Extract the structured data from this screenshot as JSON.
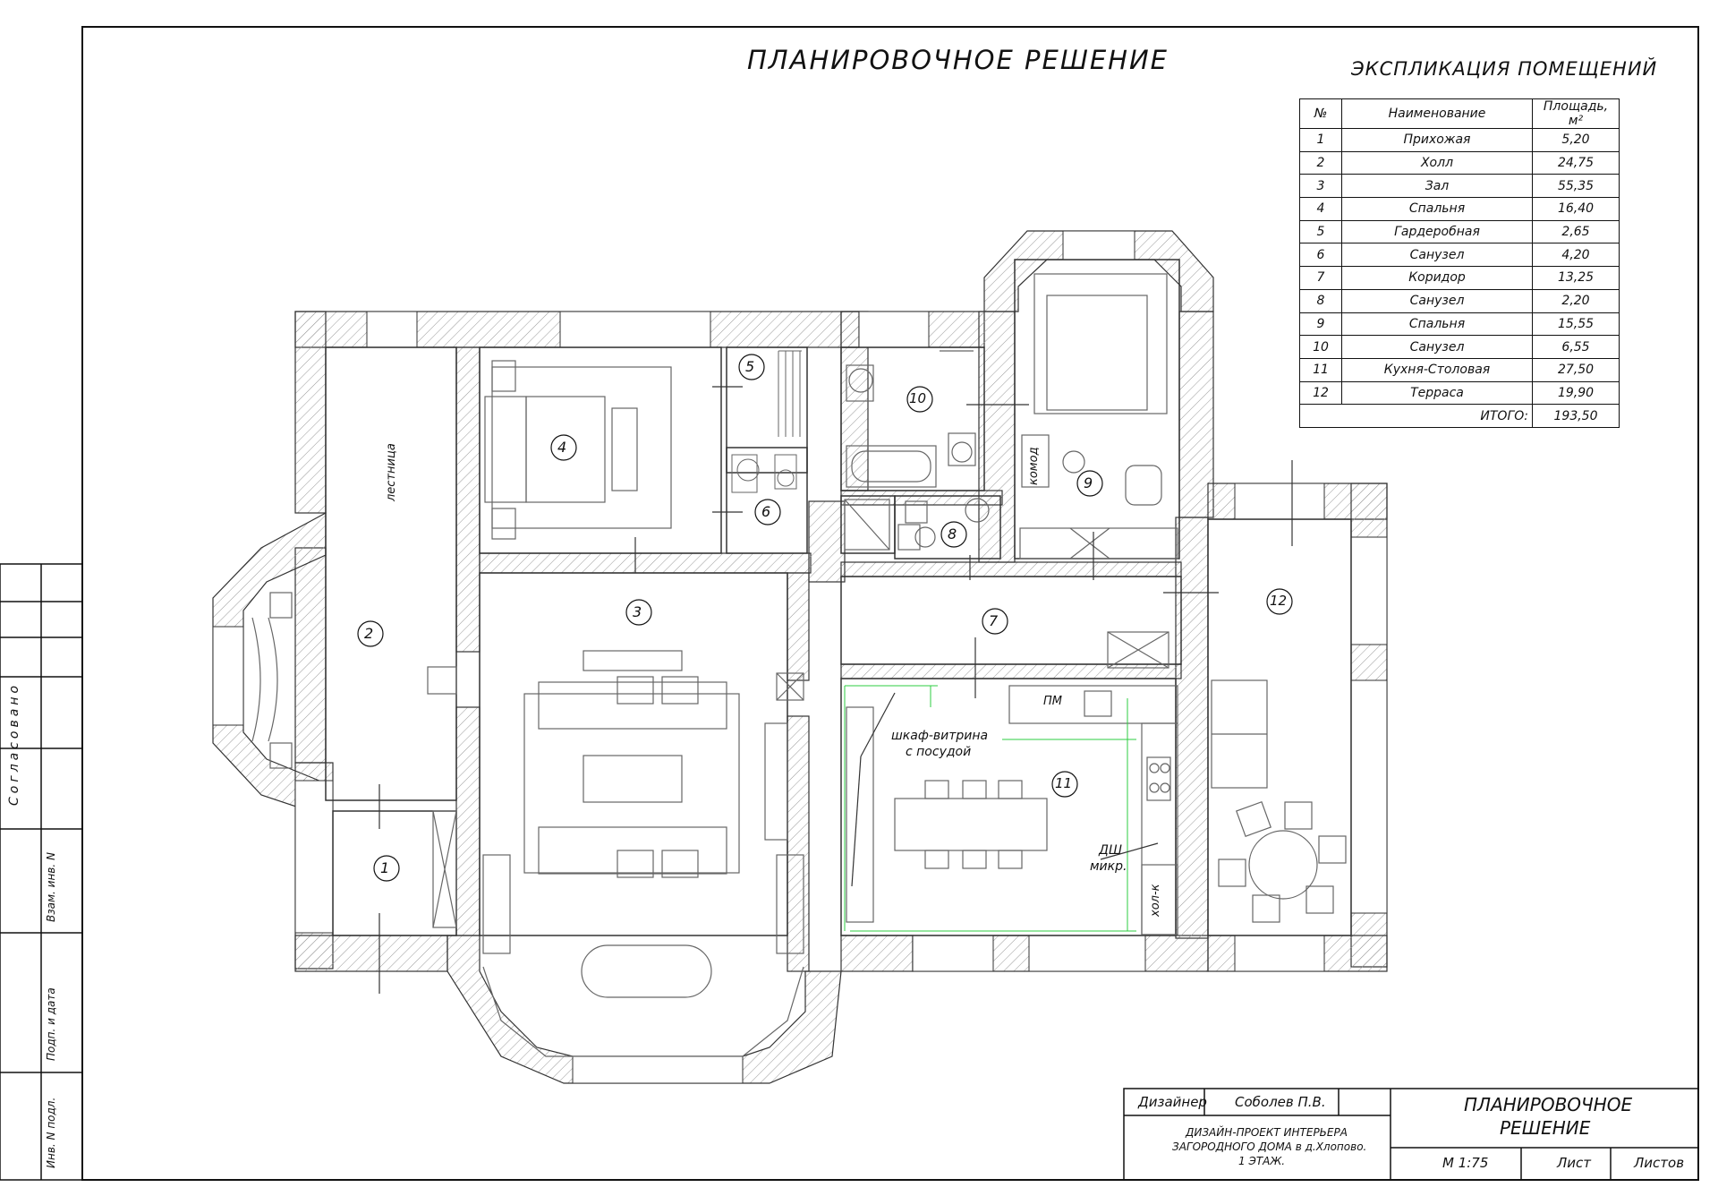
{
  "sheet": {
    "title": "ПЛАНИРОВОЧНОЕ РЕШЕНИЕ"
  },
  "explication": {
    "title": "ЭКСПЛИКАЦИЯ ПОМЕЩЕНИЙ",
    "headers": [
      "№",
      "Наименование",
      "Площадь, м²"
    ],
    "rows": [
      {
        "no": "1",
        "name": "Прихожая",
        "area": "5,20"
      },
      {
        "no": "2",
        "name": "Холл",
        "area": "24,75"
      },
      {
        "no": "3",
        "name": "Зал",
        "area": "55,35"
      },
      {
        "no": "4",
        "name": "Спальня",
        "area": "16,40"
      },
      {
        "no": "5",
        "name": "Гардеробная",
        "area": "2,65"
      },
      {
        "no": "6",
        "name": "Санузел",
        "area": "4,20"
      },
      {
        "no": "7",
        "name": "Коридор",
        "area": "13,25"
      },
      {
        "no": "8",
        "name": "Санузел",
        "area": "2,20"
      },
      {
        "no": "9",
        "name": "Спальня",
        "area": "15,55"
      },
      {
        "no": "10",
        "name": "Санузел",
        "area": "6,55"
      },
      {
        "no": "11",
        "name": "Кухня-Столовая",
        "area": "27,50"
      },
      {
        "no": "12",
        "name": "Терраса",
        "area": "19,90"
      }
    ],
    "total_label": "ИТОГО:",
    "total_value": "193,50"
  },
  "plan_labels": {
    "stairs": "лестница",
    "showcase_1": "шкаф-витрина",
    "showcase_2": "с посудой",
    "pm": "ПМ",
    "dw": "ДШ",
    "micro": "микр.",
    "fridge": "хол-к",
    "dresser": "комод"
  },
  "room_numbers": [
    "1",
    "2",
    "3",
    "4",
    "5",
    "6",
    "7",
    "8",
    "9",
    "10",
    "11",
    "12"
  ],
  "title_block": {
    "role": "Дизайнер",
    "person": "Соболев П.В.",
    "desc_1": "ДИЗАЙН-ПРОЕКТ ИНТЕРЬЕРА",
    "desc_2": "ЗАГОРОДНОГО ДОМА в д.Хлопово.",
    "desc_3": "1 ЭТАЖ.",
    "sheet_name_1": "ПЛАНИРОВОЧНОЕ",
    "sheet_name_2": "РЕШЕНИЕ",
    "scale": "М 1:75",
    "list": "Лист",
    "lists": "Листов"
  },
  "side_stamp": {
    "agreed": "Согласовано",
    "inv_vz": "Взам. инв. N",
    "sign_date": "Подп. и дата",
    "inv_orig": "Инв. N подл."
  }
}
